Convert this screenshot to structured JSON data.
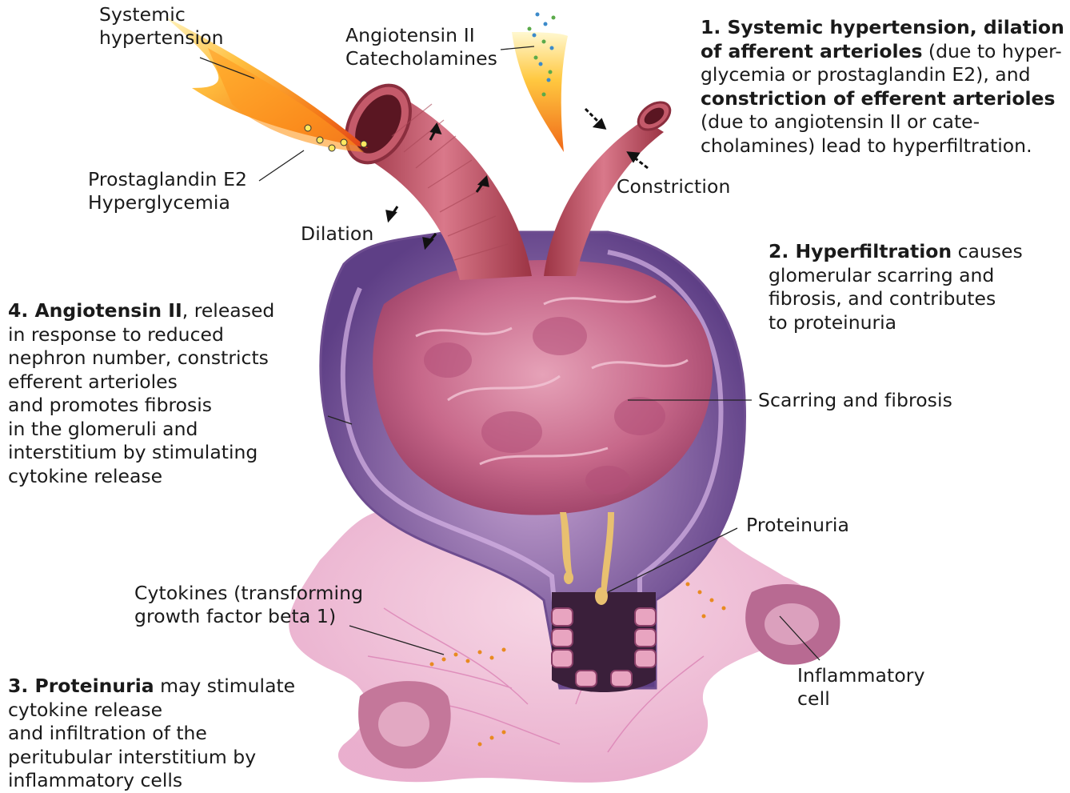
{
  "labels": {
    "systemic_hypertension": "Systemic\nhypertension",
    "angiotensin_catecholamines": "Angiotensin II\nCatecholamines",
    "prostaglandin_hyperglycemia": "Prostaglandin E2\nHyperglycemia",
    "constriction": "Constriction",
    "dilation": "Dilation",
    "scarring_fibrosis": "Scarring and fibrosis",
    "proteinuria": "Proteinuria",
    "cytokines": "Cytokines (transforming\ngrowth factor beta 1)",
    "inflammatory_cell": "Inflammatory\ncell"
  },
  "notes": {
    "note1": {
      "n": "1. ",
      "b1": "Systemic hypertension, dilation\nof afferent arterioles",
      "t1": " (due to hyper-\nglycemia or prostaglandin E2), and\n",
      "b2": "constriction of efferent arterioles",
      "t2": "\n(due to angiotensin II or cate-\ncholamines) lead to hyperfiltration."
    },
    "note2": {
      "n": "2. ",
      "b1": "Hyperfiltration",
      "t1": " causes\nglomerular scarring and\nfibrosis, and contributes\nto proteinuria"
    },
    "note3": {
      "n": "3. ",
      "b1": "Proteinuria",
      "t1": " may stimulate\ncytokine release\nand infiltration of the\nperitubular interstitium by\ninflammatory cells"
    },
    "note4": {
      "n": "4. ",
      "b1": "Angiotensin II",
      "t1": ", released\nin response to reduced\nnephron number, constricts\nefferent arterioles\nand promotes fibrosis\nin the glomeruli and\ninterstitium by stimulating\ncytokine release"
    }
  },
  "colors": {
    "vessel": "#c45a6a",
    "tissue": "#d98aa2",
    "capsule": "#8a6aa0",
    "flame": "#f47a1a",
    "leader": "#222222"
  }
}
